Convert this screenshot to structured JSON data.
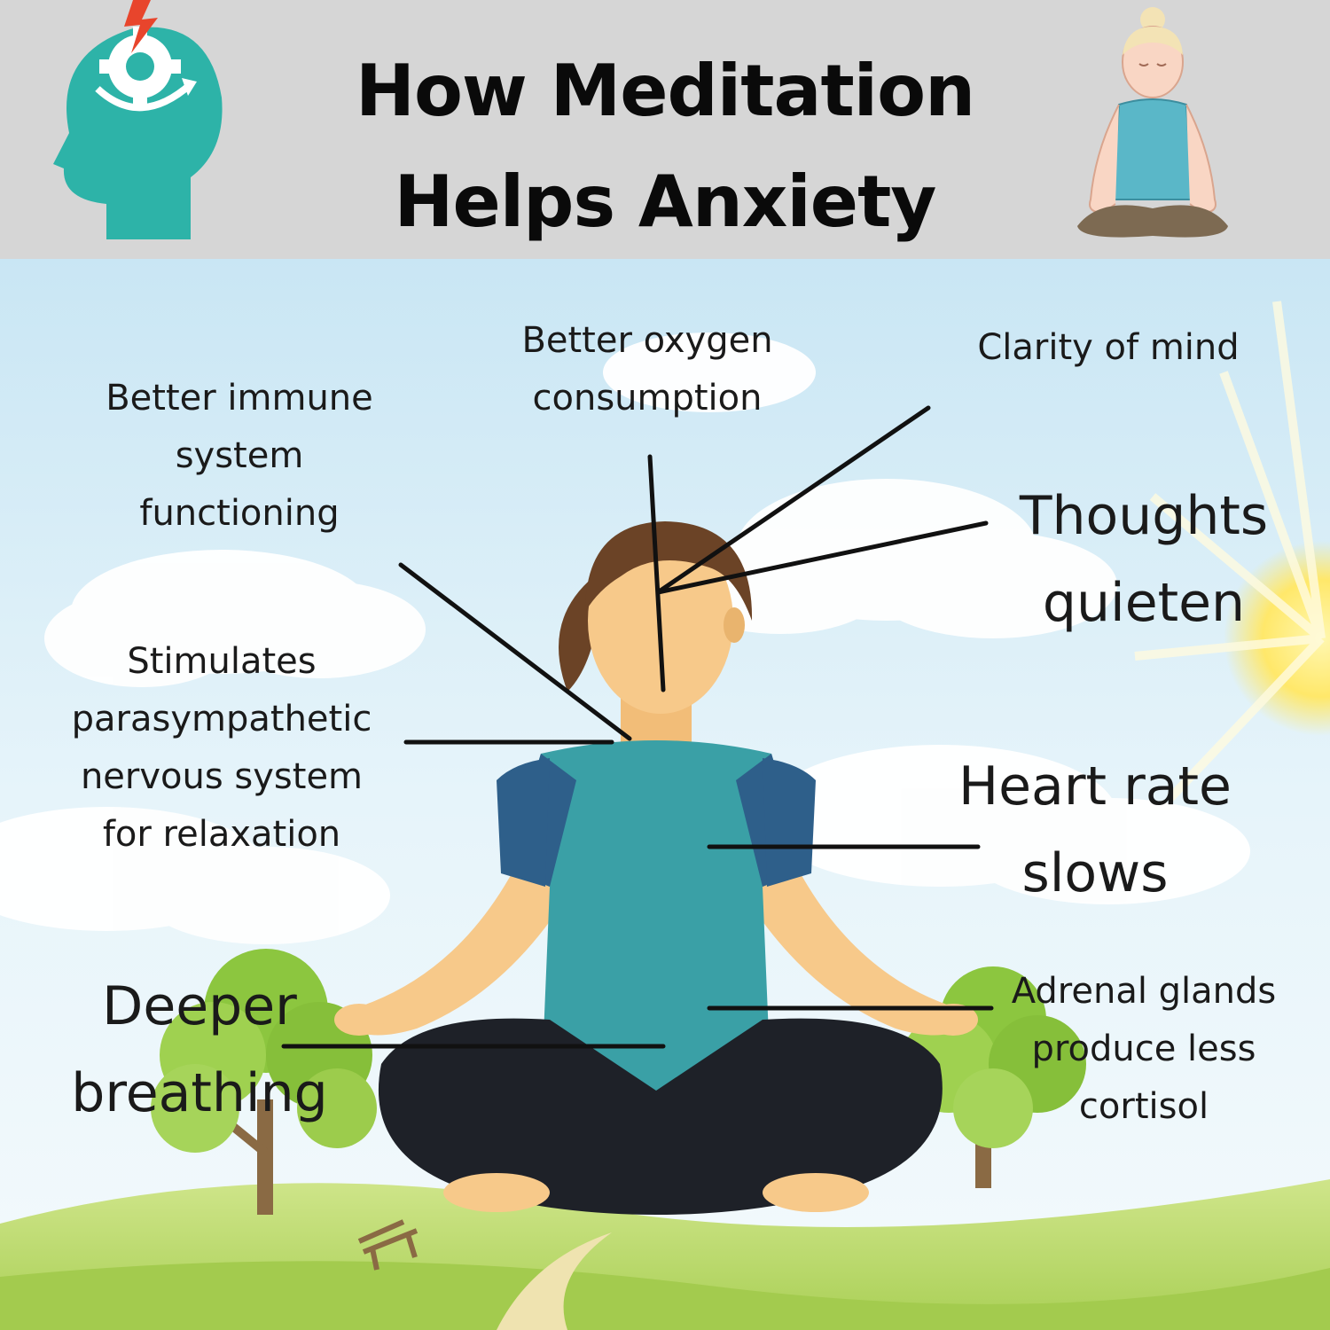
{
  "title": {
    "line1": "How Meditation",
    "line2": "Helps Anxiety"
  },
  "labels": {
    "oxygen": [
      "Better oxygen",
      "consumption"
    ],
    "clarity": [
      "Clarity of mind"
    ],
    "immune": [
      "Better immune",
      "system",
      "functioning"
    ],
    "thoughts": [
      "Thoughts",
      "quieten"
    ],
    "parasympathetic": [
      "Stimulates",
      "parasympathetic",
      "nervous system",
      "for relaxation"
    ],
    "heart": [
      "Heart rate",
      "slows"
    ],
    "breathing": [
      "Deeper",
      "breathing"
    ],
    "adrenal": [
      "Adrenal glands",
      "produce less",
      "cortisol"
    ]
  },
  "colors": {
    "header_bg": "#d6d6d6",
    "sky": "#dff0f8",
    "shirt": "#3aa0a6",
    "sleeve": "#2e5f8a",
    "pants": "#1e2128",
    "skin": "#f7c98a",
    "hair": "#6b4326",
    "grass": "#b6d86a",
    "head_icon": "#2db3a8"
  },
  "icons": {
    "left": "head-gear-icon",
    "right": "meditating-woman-icon"
  }
}
